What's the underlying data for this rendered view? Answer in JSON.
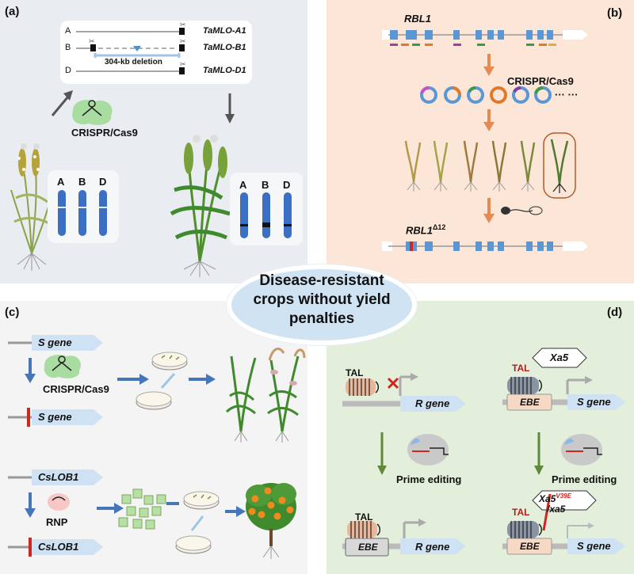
{
  "center": {
    "line1": "Disease-resistant",
    "line2": "crops without yield",
    "line3": "penalties"
  },
  "panel_a": {
    "label": "(a)",
    "rows": [
      {
        "letter": "A",
        "gene": "TaMLO-A1"
      },
      {
        "letter": "B",
        "gene": "TaMLO-B1"
      },
      {
        "letter": "D",
        "gene": "TaMLO-D1"
      }
    ],
    "deletion": "304-kb deletion",
    "tool": "CRISPR/Cas9",
    "chrom_left": [
      "A",
      "B",
      "D"
    ],
    "chrom_right": [
      "A",
      "B",
      "D"
    ]
  },
  "panel_b": {
    "label": "(b)",
    "gene": "RBL1",
    "tool": "CRISPR/Cas9",
    "ellipsis": "··· ···",
    "edited_gene": "RBL1",
    "edited_sup": "Δ12"
  },
  "panel_c": {
    "label": "(c)",
    "s_gene": "S gene",
    "tool": "CRISPR/Cas9",
    "s_gene_edited": "S gene",
    "cslob": "CsLOB1",
    "rnp": "RNP",
    "cslob_edited": "CsLOB1"
  },
  "panel_d": {
    "label": "(d)",
    "tal": "TAL",
    "r_gene": "R gene",
    "xa5": "Xa5",
    "ebe": "EBE",
    "s_gene": "S gene",
    "prime_left": "Prime editing",
    "prime_right": "Prime editing",
    "tal_bottom_left": "TAL",
    "ebe_bottom_left": "EBE",
    "r_gene_bottom": "R gene",
    "xa5_edit": "Xa5",
    "xa5_edit_sup": "V39E",
    "xa5_lower": "/xa5",
    "tal_bottom_right": "TAL",
    "ebe_bottom_right": "EBE",
    "s_gene_bottom": "S gene"
  },
  "colors": {
    "panel_a_bg": "#e9ecf0",
    "panel_b_bg": "#fbe6d8",
    "panel_c_bg": "#f4f4f4",
    "panel_d_bg": "#e3eedb",
    "chromosome": "#3b6fc4",
    "gene_arrow": "#cfe2f3",
    "edit_red": "#d0261d",
    "orange_arrow": "#e58a53",
    "green_arrow": "#5f8a3a",
    "blue_arrow": "#4676b8"
  }
}
